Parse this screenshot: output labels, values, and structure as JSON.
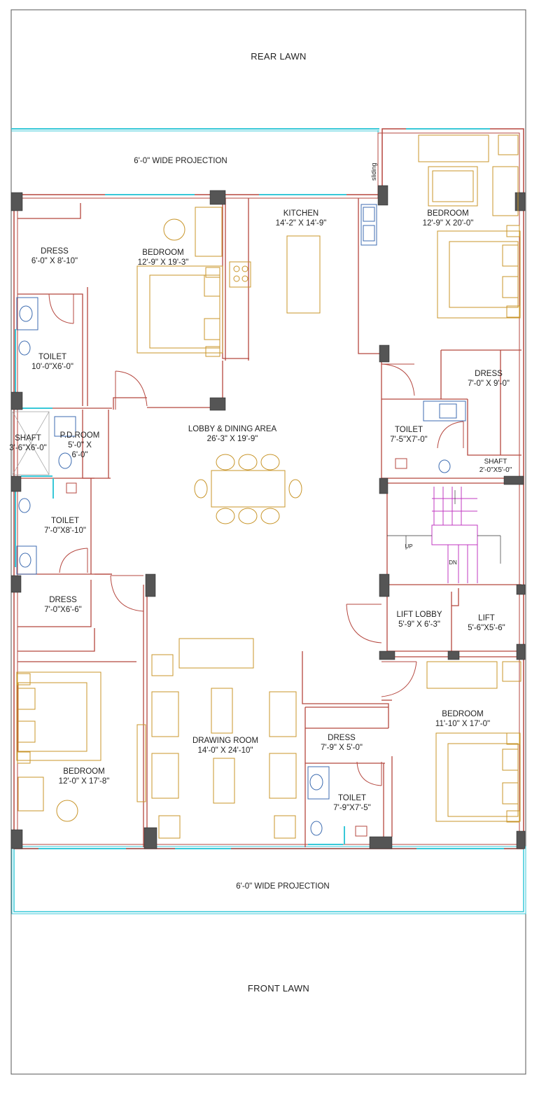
{
  "lawns": {
    "rear": "REAR LAWN",
    "front": "FRONT LAWN"
  },
  "projections": {
    "rear": "6'-0\" WIDE PROJECTION",
    "front": "6'-0\" WIDE PROJECTION"
  },
  "sliding": "sliding",
  "rooms": {
    "kitchen": {
      "name": "KITCHEN",
      "size": "14'-2\" X 14'-9\""
    },
    "bedroom_center": {
      "name": "BEDROOM",
      "size": "12'-9\" X 19'-3\""
    },
    "bedroom_top_right": {
      "name": "BEDROOM",
      "size": "12'-9\" X 20'-0\""
    },
    "dress_top_left": {
      "name": "DRESS",
      "size": "6'-0\" X 8'-10\""
    },
    "toilet_top_left": {
      "name": "TOILET",
      "size": "10'-0\"X6'-0\""
    },
    "dress_right": {
      "name": "DRESS",
      "size": "7'-0\" X 9'-0\""
    },
    "shaft_left": {
      "name": "SHAFT",
      "size": "3'-6\"X6'-0\""
    },
    "pd_room": {
      "name": "P.D.ROOM",
      "size_a": "5'-0\" X",
      "size_b": "6'-0\""
    },
    "lobby": {
      "name": "LOBBY & DINING AREA",
      "size": "26'-3\" X 19'-9\""
    },
    "toilet_right": {
      "name": "TOILET",
      "size": "7'-5\"X7'-0\""
    },
    "shaft_right": {
      "name": "SHAFT",
      "size": "2'-0\"X5'-0\""
    },
    "toilet_mid_left": {
      "name": "TOILET",
      "size": "7'-0\"X8'-10\""
    },
    "dress_mid_left": {
      "name": "DRESS",
      "size": "7'-0\"X6'-6\""
    },
    "lift_lobby": {
      "name": "LIFT LOBBY",
      "size": "5'-9\" X 6'-3\""
    },
    "lift": {
      "name": "LIFT",
      "size": "5'-6\"X5'-6\""
    },
    "bedroom_bottom_right": {
      "name": "BEDROOM",
      "size": "11'-10\" X 17'-0\""
    },
    "drawing_room": {
      "name": "DRAWING ROOM",
      "size": "14'-0\" X 24'-10\""
    },
    "bedroom_bottom_left": {
      "name": "BEDROOM",
      "size": "12'-0\" X 17'-8\""
    },
    "dress_bottom": {
      "name": "DRESS",
      "size": "7'-9\" X 5'-0\""
    },
    "toilet_bottom": {
      "name": "TOILET",
      "size": "7'-9\"X7'-5\""
    }
  },
  "stair_marks": {
    "up": "UP",
    "dn": "DN"
  },
  "colors": {
    "wall": "#b5473f",
    "furniture": "#c8952a",
    "window": "#38c8d8",
    "column": "#555555",
    "stair": "#c039c0",
    "fixture": "#3c6bb0",
    "text": "#222222"
  }
}
